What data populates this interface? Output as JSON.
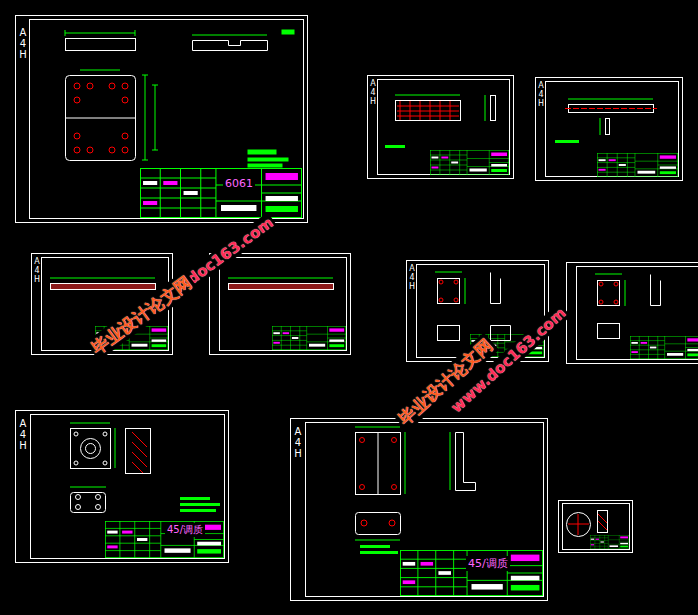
{
  "diagram": {
    "nodes": [
      {
        "text": [
          "A4H",
          "6061"
        ]
      },
      {
        "text": [
          "A4H"
        ]
      },
      {
        "text": [
          "A4H"
        ]
      },
      {
        "text": [
          "A4H"
        ]
      },
      {
        "text": [
          "A4H"
        ]
      },
      {
        "text": [
          "A4H",
          "45/调质"
        ]
      },
      {
        "text": [
          "A4H",
          "45/调质"
        ]
      }
    ],
    "labels": [
      "www.doc163.com",
      "毕业设计论文网",
      "www.doc163.com",
      "毕业设计论文网"
    ]
  }
}
